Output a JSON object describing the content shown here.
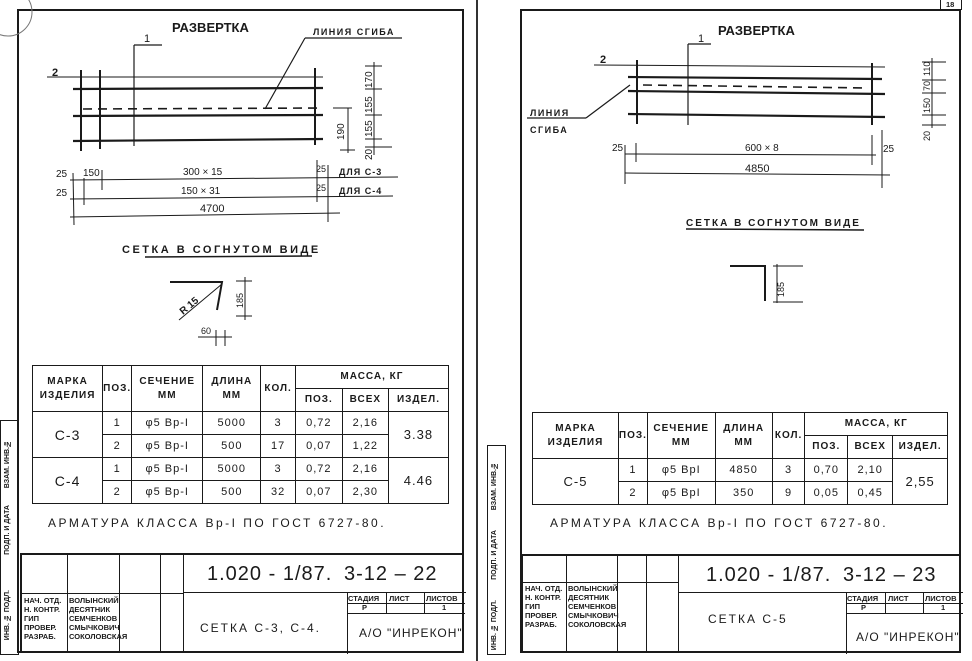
{
  "sheet_number": "18",
  "side_strip": {
    "inv_podl": "ИНВ. № ПОДЛ.",
    "podp_data": "ПОДП. И ДАТА",
    "vzam_inv": "ВЗАМ. ИНВ.№"
  },
  "left": {
    "razvertka": "РАЗВЕРТКА",
    "bend_line": "ЛИНИЯ СГИБА",
    "pos1": "1",
    "pos2": "2",
    "dims_v": [
      "170",
      "155",
      "155",
      "20"
    ],
    "dim_190": "190",
    "dim_300": "300 × 15",
    "dim_150x31": "150 × 31",
    "dim_4700": "4700",
    "dim_25": "25",
    "dim_150": "150",
    "for_c3": "ДЛЯ С-3",
    "for_c4": "ДЛЯ С-4",
    "bent_title": "СЕТКА В СОГНУТОМ ВИДЕ",
    "radius": "R 15",
    "dim_185": "185",
    "dim_60": "60",
    "table": {
      "headers": {
        "mark": "МАРКА ИЗДЕЛИЯ",
        "pos": "ПОЗ.",
        "section": "СЕЧЕНИЕ ММ",
        "length": "ДЛИНА ММ",
        "qty": "КОЛ.",
        "mass": "МАССА, КГ",
        "mass_pos": "ПОЗ.",
        "mass_all": "ВСЕХ",
        "mass_item": "ИЗДЕЛ."
      },
      "groups": [
        {
          "mark": "С-3",
          "item_mass": "3.38",
          "rows": [
            {
              "pos": "1",
              "section": "φ5 Вр-I",
              "length": "5000",
              "qty": "3",
              "mass_pos": "0,72",
              "mass_all": "2,16"
            },
            {
              "pos": "2",
              "section": "φ5 Вр-I",
              "length": "500",
              "qty": "17",
              "mass_pos": "0,07",
              "mass_all": "1,22"
            }
          ]
        },
        {
          "mark": "С-4",
          "item_mass": "4.46",
          "rows": [
            {
              "pos": "1",
              "section": "φ5 Вр-I",
              "length": "5000",
              "qty": "3",
              "mass_pos": "0,72",
              "mass_all": "2,16"
            },
            {
              "pos": "2",
              "section": "φ5 Вр-I",
              "length": "500",
              "qty": "32",
              "mass_pos": "0,07",
              "mass_all": "2,30"
            }
          ]
        }
      ]
    },
    "note": "АРМАТУРА КЛАССА Вр-I ПО ГОСТ 6727-80.",
    "title_block": {
      "code": "1.020 - 1/87.",
      "sheet_code": "3-12 – 22",
      "roles": [
        "НАЧ. ОТД.",
        "Н. КОНТР.",
        "ГИП",
        "ПРОВЕР.",
        "РАЗРАБ."
      ],
      "names": [
        "ВОЛЫНСКИЙ",
        "ДЕСЯТНИК",
        "СЕМЧЕНКОВ",
        "СМЫЧКОВИЧ",
        "СОКОЛОВСКАЯ"
      ],
      "title": "СЕТКА С-3, С-4.",
      "stage_label": "СТАДИЯ",
      "sheet_label": "ЛИСТ",
      "sheets_label": "ЛИСТОВ",
      "stage": "Р",
      "sheets": "1",
      "org": "А/О \"ИНРЕКОН\""
    }
  },
  "right": {
    "razvertka": "РАЗВЕРТКА",
    "bend_line_1": "ЛИНИЯ",
    "bend_line_2": "СГИБА",
    "pos1": "1",
    "pos2": "2",
    "dims_v": [
      "110",
      "70",
      "150",
      "20"
    ],
    "dim_25a": "25",
    "dim_25b": "25",
    "dim_600": "600 × 8",
    "dim_4850": "4850",
    "bent_title": "СЕТКА В СОГНУТОМ ВИДЕ",
    "dim_185": "185",
    "table": {
      "headers": {
        "mark": "МАРКА ИЗДЕЛИЯ",
        "pos": "ПОЗ.",
        "section": "СЕЧЕНИЕ ММ",
        "length": "ДЛИНА ММ",
        "qty": "КОЛ.",
        "mass": "МАССА, КГ",
        "mass_pos": "ПОЗ.",
        "mass_all": "ВСЕХ",
        "mass_item": "ИЗДЕЛ."
      },
      "groups": [
        {
          "mark": "С-5",
          "item_mass": "2,55",
          "rows": [
            {
              "pos": "1",
              "section": "φ5 ВрI",
              "length": "4850",
              "qty": "3",
              "mass_pos": "0,70",
              "mass_all": "2,10"
            },
            {
              "pos": "2",
              "section": "φ5 ВрI",
              "length": "350",
              "qty": "9",
              "mass_pos": "0,05",
              "mass_all": "0,45"
            }
          ]
        }
      ]
    },
    "note": "АРМАТУРА КЛАССА Вр-I ПО ГОСТ 6727-80.",
    "title_block": {
      "code": "1.020 - 1/87.",
      "sheet_code": "3-12 – 23",
      "roles": [
        "НАЧ. ОТД.",
        "Н. КОНТР.",
        "ГИП",
        "ПРОВЕР.",
        "РАЗРАБ."
      ],
      "names": [
        "ВОЛЫНСКИЙ",
        "ДЕСЯТНИК",
        "СЕМЧЕНКОВ",
        "СМЫЧКОВИЧ",
        "СОКОЛОВСКАЯ"
      ],
      "title": "СЕТКА С-5",
      "stage_label": "СТАДИЯ",
      "sheet_label": "ЛИСТ",
      "sheets_label": "ЛИСТОВ",
      "stage": "Р",
      "sheets": "1",
      "org": "А/О \"ИНРЕКОН\""
    }
  }
}
